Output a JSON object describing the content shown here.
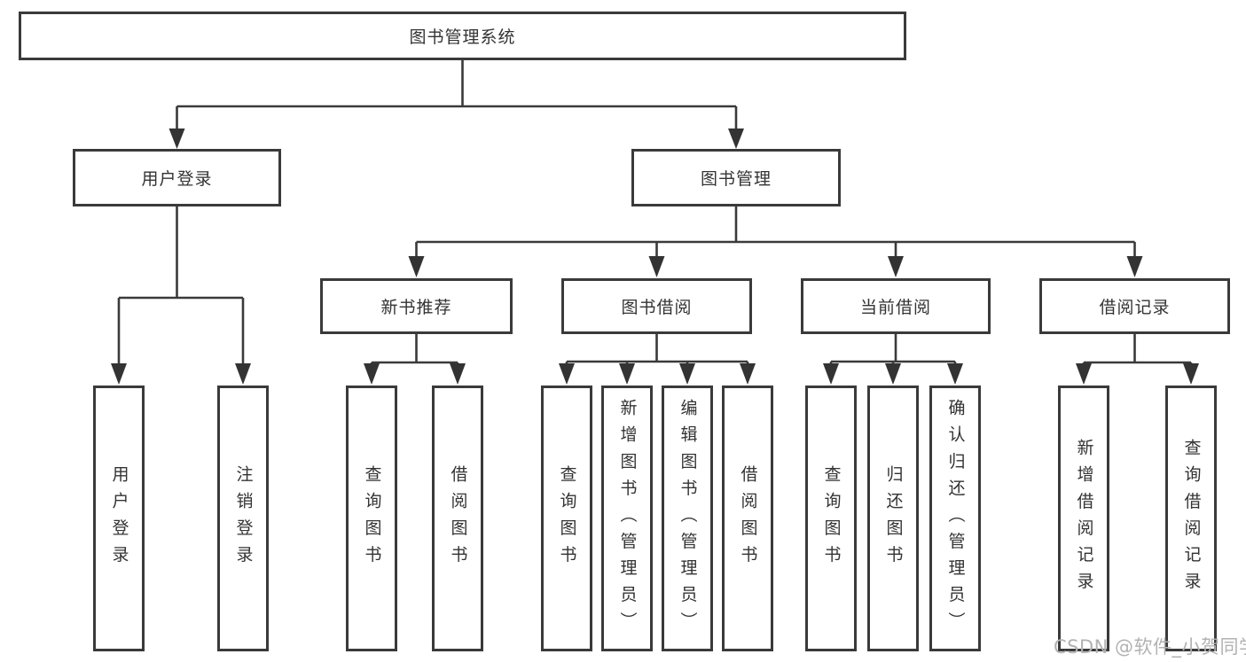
{
  "diagram": {
    "type": "tree",
    "root": {
      "label": "图书管理系统"
    },
    "level2": {
      "user_login": "用户登录",
      "book_mgmt": "图书管理"
    },
    "level3": {
      "new_books": "新书推荐",
      "book_borrow": "图书借阅",
      "current_borrow": "当前借阅",
      "borrow_records": "借阅记录"
    },
    "leaves": {
      "login": "用户登录",
      "logout": "注销登录",
      "nb_query": "查询图书",
      "nb_borrow": "借阅图书",
      "bb_query": "查询图书",
      "bb_add": "新增图书（管理员）",
      "bb_edit": "编辑图书（管理员）",
      "bb_borrow": "借阅图书",
      "cb_query": "查询图书",
      "cb_return": "归还图书",
      "cb_confirm": "确认归还（管理员）",
      "br_add": "新增借阅记录",
      "br_query": "查询借阅记录"
    },
    "edges": [
      [
        "图书管理系统",
        "用户登录"
      ],
      [
        "图书管理系统",
        "图书管理"
      ],
      [
        "用户登录",
        "用户登录"
      ],
      [
        "用户登录",
        "注销登录"
      ],
      [
        "图书管理",
        "新书推荐"
      ],
      [
        "图书管理",
        "图书借阅"
      ],
      [
        "图书管理",
        "当前借阅"
      ],
      [
        "图书管理",
        "借阅记录"
      ],
      [
        "新书推荐",
        "查询图书"
      ],
      [
        "新书推荐",
        "借阅图书"
      ],
      [
        "图书借阅",
        "查询图书"
      ],
      [
        "图书借阅",
        "新增图书（管理员）"
      ],
      [
        "图书借阅",
        "编辑图书（管理员）"
      ],
      [
        "图书借阅",
        "借阅图书"
      ],
      [
        "当前借阅",
        "查询图书"
      ],
      [
        "当前借阅",
        "归还图书"
      ],
      [
        "当前借阅",
        "确认归还（管理员）"
      ],
      [
        "借阅记录",
        "新增借阅记录"
      ],
      [
        "借阅记录",
        "查询借阅记录"
      ]
    ]
  },
  "watermark": "CSDN @软件_小贺同学",
  "colors": {
    "line": "#3a3a3a",
    "border": "#3a3a3a",
    "text": "#333333",
    "arrow": "#333333",
    "watermark": "#b2b2b2",
    "background": "#ffffff"
  }
}
